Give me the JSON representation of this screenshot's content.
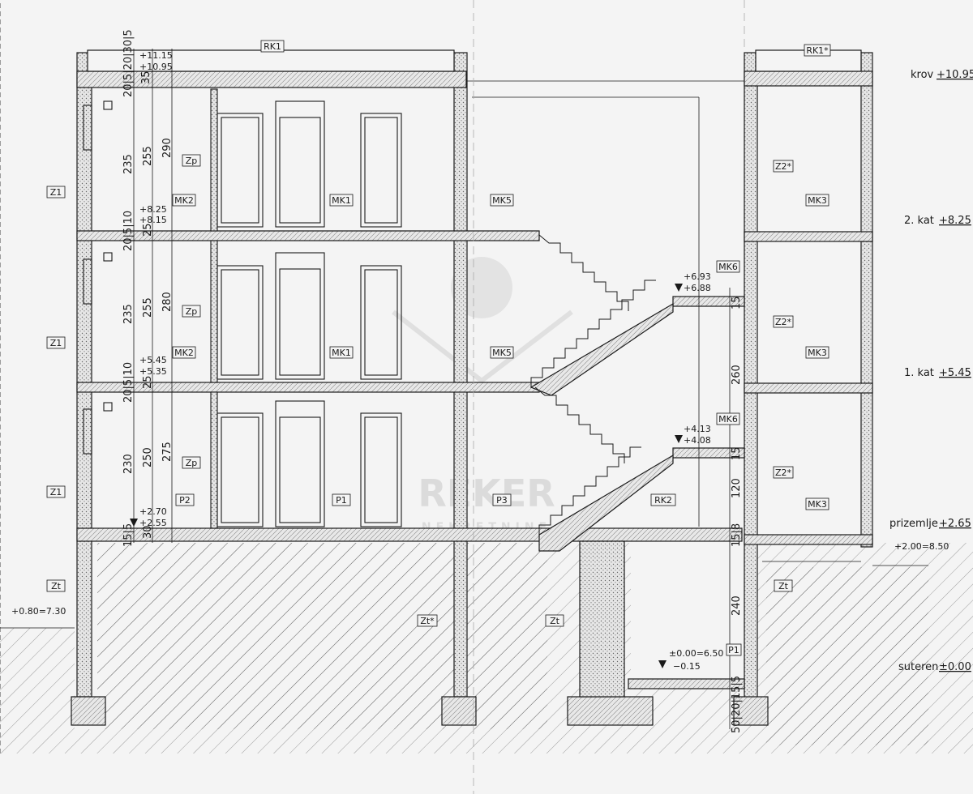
{
  "colors": {
    "background": "#f4f4f4",
    "line": "#1a1a1a",
    "watermark": "#c8c8c8"
  },
  "levels": [
    {
      "name": "krov",
      "value": "+10.95"
    },
    {
      "name": "2. kat",
      "value": "+8.25"
    },
    {
      "name": "1. kat",
      "value": "+5.45"
    },
    {
      "name": "prizemlje",
      "value": "+2.65"
    },
    {
      "name": "suteren",
      "value": "±0.00"
    }
  ],
  "tags": {
    "rk1": "RK1",
    "rk1s": "RK1*",
    "rk2": "RK2",
    "mk1": "MK1",
    "mk2": "MK2",
    "mk3": "MK3",
    "mk5": "MK5",
    "mk6": "MK6",
    "z1": "Z1",
    "zp": "Zp",
    "zt": "Zt",
    "zts": "Zt*",
    "z2s": "Z2*",
    "p1": "P1",
    "p2": "P2",
    "p3": "P3"
  },
  "elevations": {
    "top1": "+11.15",
    "top2": "+10.95",
    "f2a": "+8.25",
    "f2b": "+8.15",
    "f1a": "+5.45",
    "f1b": "+5.35",
    "gfa": "+2.70",
    "gfb": "+2.55",
    "landing_up_a": "+6.93",
    "landing_up_b": "+6.88",
    "landing_lo_a": "+4.13",
    "landing_lo_b": "+4.08",
    "basement_a": "±0.00=6.50",
    "basement_b": "−0.15",
    "ground_left": "+0.80=7.30",
    "ground_right": "+2.00=8.50"
  },
  "dims": {
    "left_top_stack": "20|5|20|30|5",
    "top_small": "35",
    "top_20": "20",
    "r3_clear": "235",
    "r3_room": "255",
    "r3_total": "290",
    "r2_stack": "20|5|10",
    "r2_25": "25",
    "r2_clear": "235",
    "r2_room": "255",
    "r2_total": "280",
    "r1_stack": "20|5|10",
    "r1_25": "25",
    "r1_clear": "230",
    "r1_room": "250",
    "r1_total": "275",
    "g_stack": "15|5",
    "g_30": "30",
    "r_15a": "15",
    "r_260": "260",
    "r_15b": "15",
    "r_120": "120",
    "r_15_8": "15|8",
    "r_240": "240",
    "r_bottom": "50|20|15|5"
  },
  "watermark": {
    "word": "REKER",
    "sub": "NEKRETNINE"
  }
}
